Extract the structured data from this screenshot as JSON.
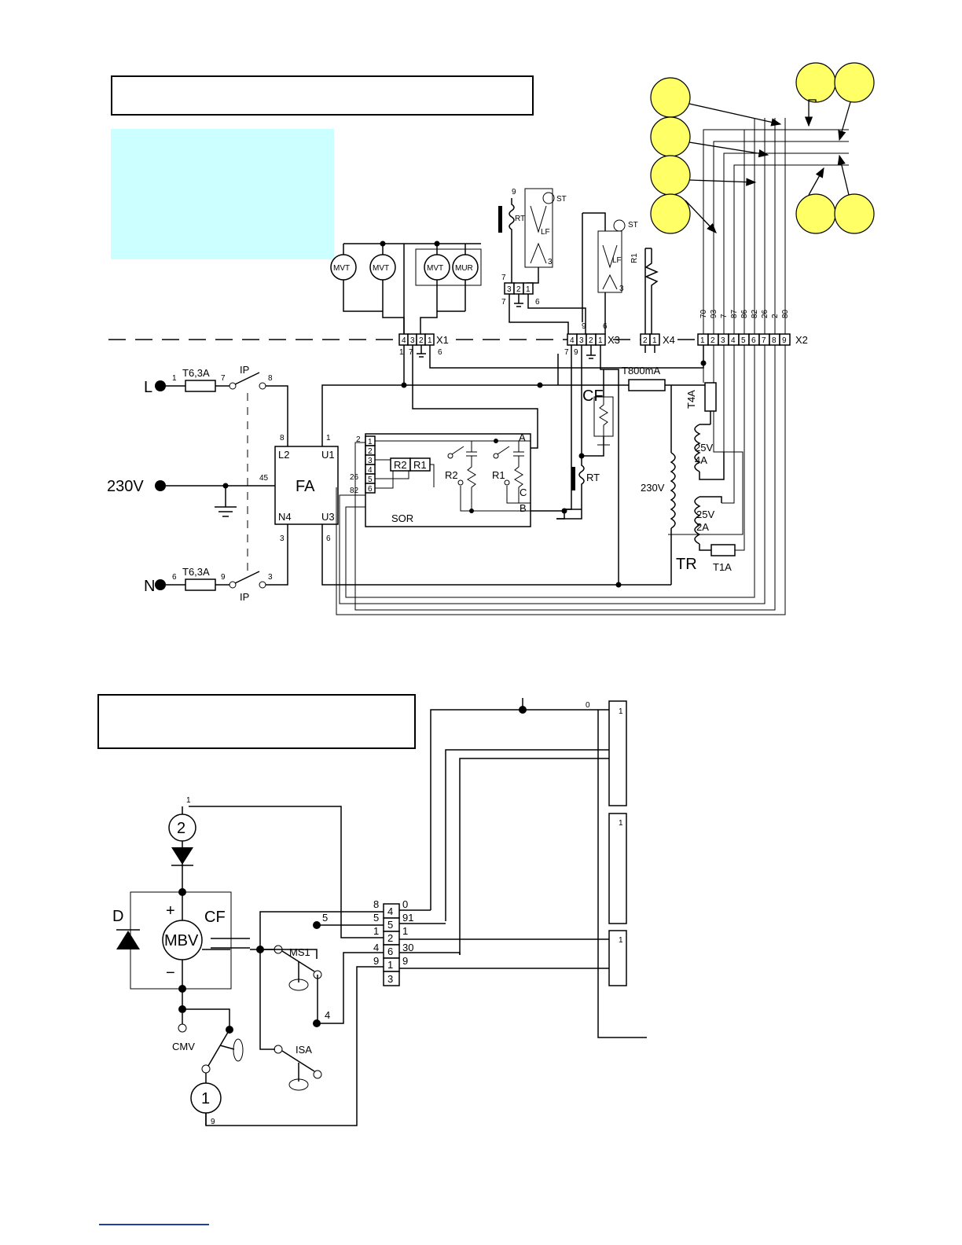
{
  "top_diagram": {
    "title_box_text": "",
    "note_text": "",
    "callouts": [
      "",
      "",
      "",
      "",
      "",
      "",
      "",
      ""
    ],
    "mains": {
      "L": "L",
      "N": "N",
      "voltage": "230V",
      "fuse_L": "T6,3A",
      "fuse_N": "T6,3A",
      "switch": "IP",
      "switch2": "IP",
      "pin_1": "1",
      "pin_7": "7",
      "pin_8": "8",
      "pin_6": "6",
      "pin_9": "9",
      "pin_3": "3"
    },
    "filter": {
      "name": "FA",
      "L2": "L2",
      "U1": "U1",
      "N4": "N4",
      "U3": "U3",
      "p8": "8",
      "p1": "1",
      "p45": "45",
      "p3": "3",
      "p6": "6"
    },
    "motors": [
      "MVT",
      "MVT",
      "MVT",
      "MUR"
    ],
    "connectors": {
      "X1": {
        "name": "X1",
        "pins": [
          "4",
          "3",
          "2",
          "1"
        ],
        "below": [
          "1",
          "7",
          "6"
        ]
      },
      "X3": {
        "name": "X3",
        "pins": [
          "4",
          "3",
          "2",
          "1"
        ],
        "above": [
          "9",
          "6"
        ],
        "below": [
          "7",
          "9"
        ]
      },
      "X4": {
        "name": "X4",
        "pins": [
          "2",
          "1"
        ]
      },
      "X2": {
        "name": "X2",
        "pins": [
          "1",
          "2",
          "3",
          "4",
          "5",
          "6",
          "7",
          "8",
          "9"
        ],
        "wire_numbers": [
          "70",
          "93",
          "7",
          "87",
          "86",
          "82",
          "26",
          "2",
          "80"
        ]
      },
      "small": {
        "pins": [
          "3",
          "2",
          "1"
        ],
        "p7a": "7",
        "p7b": "7",
        "p6": "6"
      }
    },
    "heater1": {
      "rt": "RT",
      "lf": "LF",
      "st": "ST",
      "p9": "9",
      "p3": "3"
    },
    "heater2": {
      "lf": "LF",
      "st": "ST",
      "p3": "3"
    },
    "r1": "R1",
    "sor": {
      "name": "SOR",
      "relays": [
        "R2",
        "R1"
      ],
      "pins": [
        "1",
        "2",
        "3",
        "4",
        "5",
        "6"
      ],
      "wires": [
        "2",
        "26",
        "82"
      ],
      "contacts": [
        "R2",
        "R1"
      ],
      "A": "A",
      "B": "B",
      "C": "C"
    },
    "cf": "CF",
    "rt2": "RT",
    "fuse_t800": "T800mA",
    "fuse_t4a": "T4A",
    "fuse_t1a": "T1A",
    "transformer": {
      "name": "TR",
      "primary": "230V",
      "sec1": [
        "25V",
        "4A"
      ],
      "sec2": [
        "25V",
        "2A"
      ]
    }
  },
  "bottom_diagram": {
    "title_box_text": "",
    "mbv": "MBV",
    "plus": "+",
    "minus": "−",
    "cf": "CF",
    "d": "D",
    "circle_2": "2",
    "circle_1": "1",
    "cmv": "CMV",
    "ms1": "MS1",
    "isa": "ISA",
    "w1": "1",
    "w9": "9",
    "w0": "0",
    "t5": "5",
    "t4": "4",
    "terminal": {
      "left_numbers": [
        "8",
        "5",
        "1",
        "4",
        "9"
      ],
      "pins": [
        "4",
        "5",
        "2",
        "6",
        "1",
        "3"
      ],
      "right_numbers": [
        "0",
        "91",
        "1",
        "30",
        "9"
      ]
    },
    "plug_labels": [
      "1",
      "1",
      "1"
    ]
  }
}
